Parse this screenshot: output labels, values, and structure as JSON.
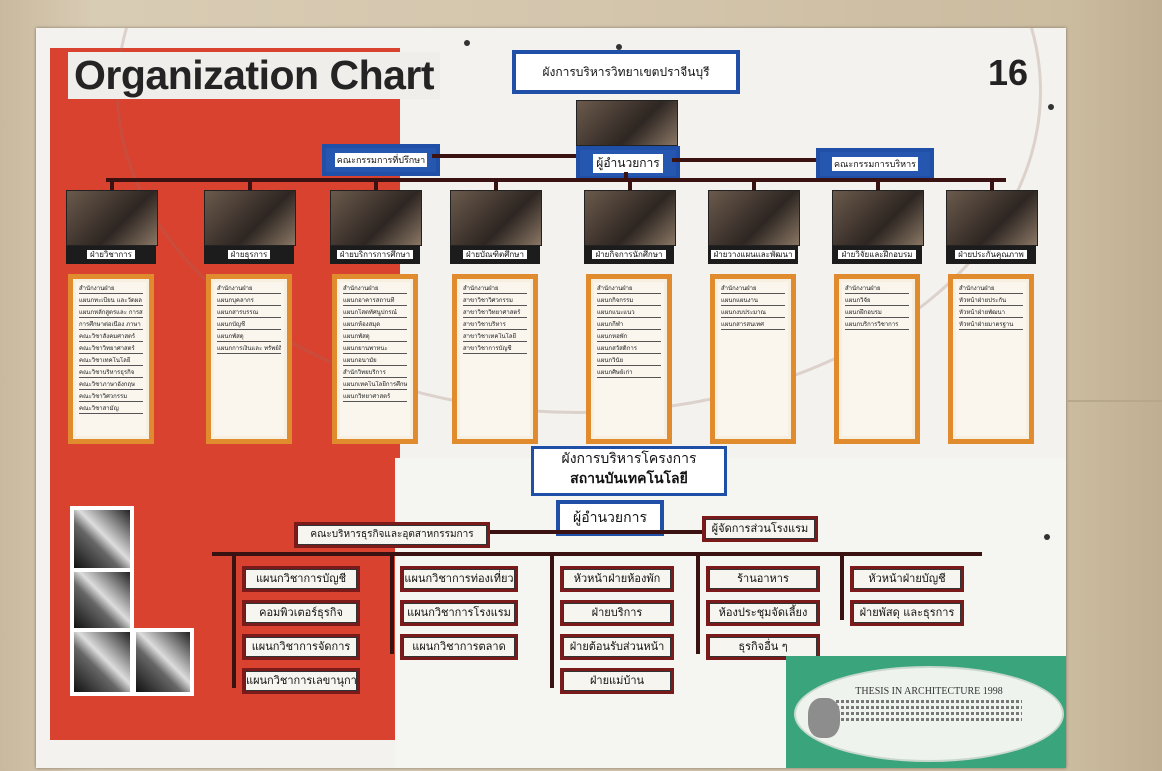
{
  "board": {
    "title": "Organization Chart",
    "page_number": "16",
    "header_thai": "ผังการบริหารวิทยาเขตปราจีนบุรี",
    "director": "ผู้อำนวยการ",
    "council_left": "คณะกรรมการที่ปรึกษา",
    "council_right": "คณะกรรมการบริหาร"
  },
  "divisions": [
    {
      "label": "ฝ่ายวิชาการ",
      "items": [
        "สำนักงานฝ่าย",
        "แผนกทะเบียน และวัดผล",
        "แผนกหลักสูตรและ การสอน",
        "การศึกษาต่อเนื่อง ภาษา",
        "คณะวิชาสังคมศาสตร์",
        "คณะวิชาวิทยาศาสตร์",
        "คณะวิชาเทคโนโลยี",
        "คณะวิชาบริหารธุรกิจ",
        "คณะวิชาภาษาอังกฤษ",
        "คณะวิชาวิศวกรรม",
        "คณะวิชาสามัญ"
      ]
    },
    {
      "label": "ฝ่ายธุรการ",
      "items": [
        "สำนักงานฝ่าย",
        "แผนกบุคลากร",
        "แผนกสารบรรณ",
        "แผนกบัญชี",
        "แผนกพัสดุ",
        "แผนกการเงินและ ทรัพย์สิน"
      ]
    },
    {
      "label": "ฝ่ายบริการการศึกษา",
      "items": [
        "สำนักงานฝ่าย",
        "แผนกอาคารสถานที่",
        "แผนกโสตทัศนูปกรณ์",
        "แผนกห้องสมุด",
        "แผนกพัสดุ",
        "แผนกยานพาหนะ",
        "แผนกอนามัย",
        "สำนักวิทยบริการ",
        "แผนกเทคโนโลยีการศึกษา",
        "แผนกวิทยาศาสตร์"
      ]
    },
    {
      "label": "ฝ่ายบัณฑิตศึกษา",
      "items": [
        "สำนักงานฝ่าย",
        "สาขาวิชาวิศวกรรม",
        "สาขาวิชาวิทยาศาสตร์",
        "สาขาวิชาบริหาร",
        "สาขาวิชาเทคโนโลยี",
        "สาขาวิชาการบัญชี"
      ]
    },
    {
      "label": "ฝ่ายกิจการนักศึกษา",
      "items": [
        "สำนักงานฝ่าย",
        "แผนกกิจกรรม",
        "แผนกแนะแนว",
        "แผนกกีฬา",
        "แผนกหอพัก",
        "แผนกสวัสดิการ",
        "แผนกวินัย",
        "แผนกศิษย์เก่า"
      ]
    },
    {
      "label": "ฝ่ายวางแผนและพัฒนา",
      "items": [
        "สำนักงานฝ่าย",
        "แผนกแผนงาน",
        "แผนกงบประมาณ",
        "แผนกสารสนเทศ"
      ]
    },
    {
      "label": "ฝ่ายวิจัยและฝึกอบรม",
      "items": [
        "สำนักงานฝ่าย",
        "แผนกวิจัย",
        "แผนกฝึกอบรม",
        "แผนกบริการวิชาการ"
      ]
    },
    {
      "label": "ฝ่ายประกันคุณภาพ",
      "items": [
        "สำนักงานฝ่าย",
        "หัวหน้าฝ่ายประกัน",
        "หัวหน้าฝ่ายพัฒนา",
        "หัวหน้าฝ่ายมาตรฐาน"
      ]
    }
  ],
  "project": {
    "title_line1": "ผังการบริหารโครงการ",
    "title_line2": "สถานบันเทคโนโลยี",
    "director": "ผู้อำนวยการ",
    "left_head": "คณะบริหารธุรกิจและอุตสาหกรรมการ",
    "right_head": "ผู้จัดการส่วนโรงแรม",
    "col1": [
      "แผนกวิชาการบัญชี",
      "คอมพิวเตอร์ธุรกิจ",
      "แผนกวิชาการจัดการ",
      "แผนกวิชาการเลขานุการ"
    ],
    "col2": [
      "แผนกวิชาการท่องเที่ยว",
      "แผนกวิชาการโรงแรม",
      "แผนกวิชาการตลาด"
    ],
    "col3": [
      "หัวหน้าฝ่ายห้องพัก",
      "ฝ่ายบริการ",
      "ฝ่ายต้อนรับส่วนหน้า",
      "ฝ่ายแม่บ้าน"
    ],
    "col4": [
      "ร้านอาหาร",
      "ห้องประชุมจัดเลี้ยง",
      "ธุรกิจอื่น ๆ"
    ],
    "col5": [
      "หัวหน้าฝ่ายบัญชี",
      "ฝ่ายพัสดุ และธุรการ"
    ]
  },
  "thesis": {
    "title": "THESIS IN ARCHITECTURE 1998"
  }
}
